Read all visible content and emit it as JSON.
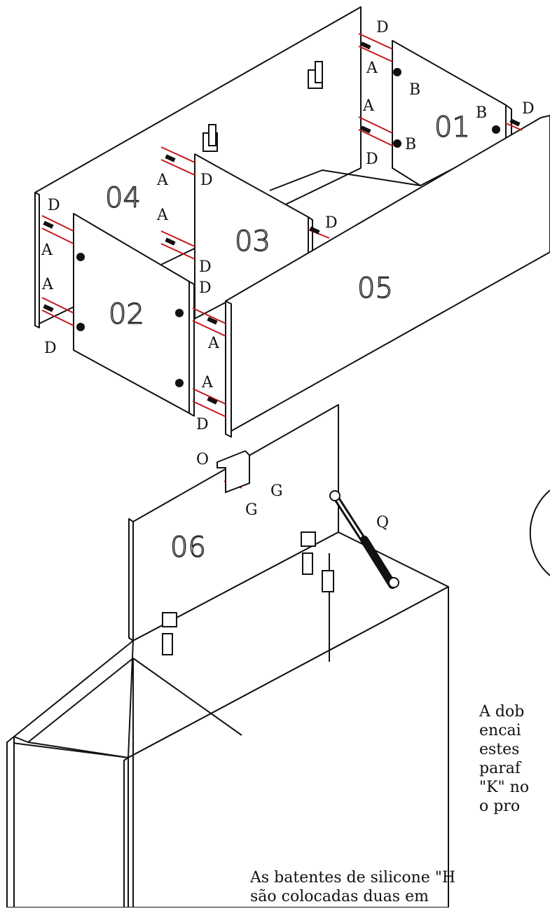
{
  "panels": {
    "p01": "01",
    "p02": "02",
    "p03": "03",
    "p04": "04",
    "p05": "05",
    "p06": "06"
  },
  "parts": {
    "A": "A",
    "B": "B",
    "D": "D",
    "G": "G",
    "O": "O",
    "Q": "Q"
  },
  "notes": {
    "note1_lines": [
      "A dob",
      "encai",
      "estes",
      "paraf",
      "\"K\" no",
      "o pro"
    ],
    "note2_lines": [
      "As batentes de silicone \"H",
      "são   colocadas duas em"
    ]
  }
}
